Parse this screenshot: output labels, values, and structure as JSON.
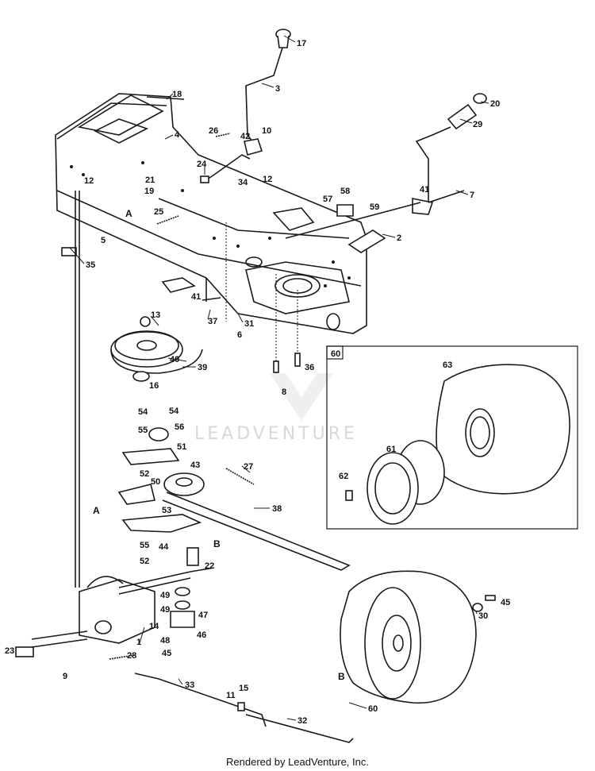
{
  "watermark": "LEADVENTURE",
  "footer": "Rendered by LeadVenture, Inc.",
  "callout_box_label": "60",
  "callouts": [
    "1",
    "2",
    "3",
    "4",
    "5",
    "6",
    "7",
    "8",
    "9",
    "10",
    "11",
    "12",
    "12",
    "13",
    "14",
    "15",
    "16",
    "17",
    "18",
    "19",
    "20",
    "21",
    "22",
    "23",
    "24",
    "25",
    "26",
    "27",
    "28",
    "29",
    "30",
    "31",
    "32",
    "33",
    "34",
    "35",
    "36",
    "37",
    "38",
    "39",
    "40",
    "41",
    "41",
    "42",
    "43",
    "44",
    "45",
    "45",
    "46",
    "47",
    "48",
    "49",
    "49",
    "50",
    "51",
    "52",
    "52",
    "53",
    "54",
    "54",
    "55",
    "55",
    "56",
    "57",
    "58",
    "59",
    "60",
    "61",
    "62",
    "63"
  ],
  "reference_letters": [
    "A",
    "A",
    "B",
    "B"
  ],
  "colors": {
    "line": "#1a1a1a",
    "watermark": "#d8d8d8"
  }
}
